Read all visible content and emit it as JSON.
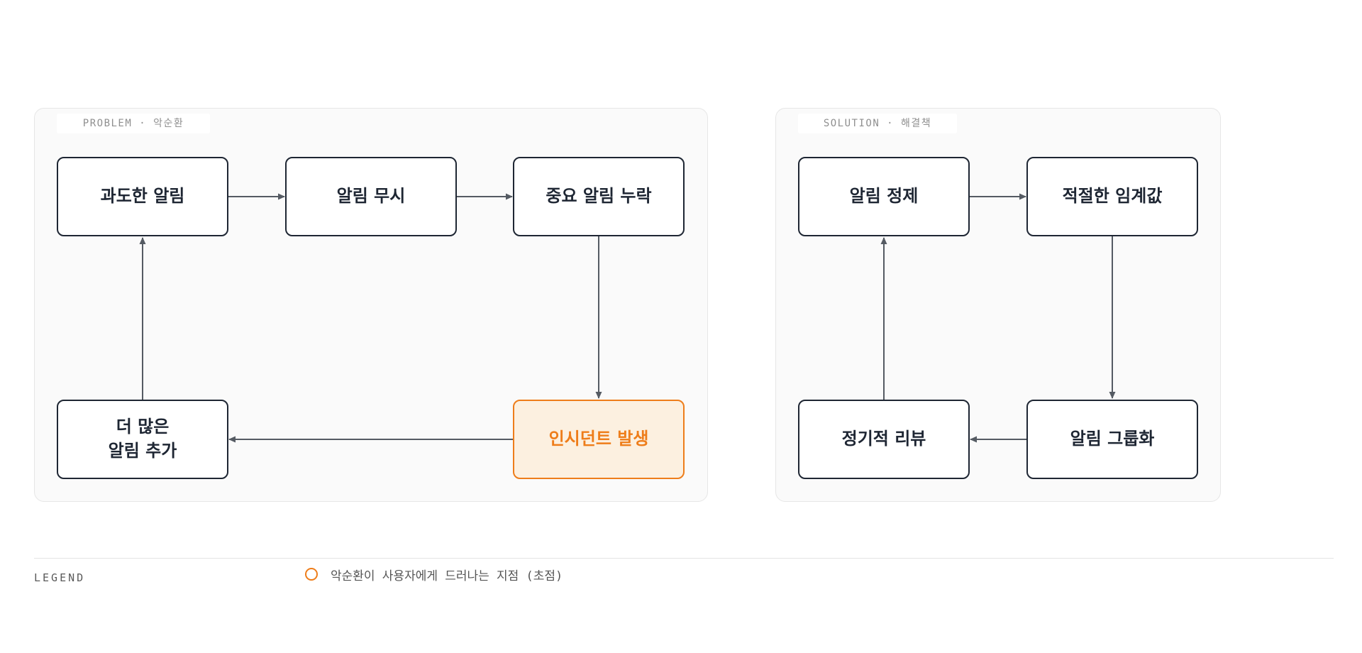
{
  "problem": {
    "label": "PROBLEM · 악순환",
    "nodes": {
      "excessive_alerts": "과도한 알림",
      "ignore_alerts": "알림 무시",
      "miss_critical": "중요 알림 누락",
      "incident": "인시던트 발생",
      "more_alerts": "더 많은\n알림 추가"
    }
  },
  "solution": {
    "label": "SOLUTION · 해결책",
    "nodes": {
      "refine_alerts": "알림 정제",
      "threshold": "적절한 임계값",
      "grouping": "알림 그룹화",
      "review": "정기적 리뷰"
    }
  },
  "legend": {
    "title": "LEGEND",
    "focus_text": "악순환이 사용자에게 드러나는 지점 (초점)"
  },
  "colors": {
    "focus": "#ee7d1a",
    "focus_fill": "#fcf0e0",
    "node_border": "#1e2633",
    "edge": "#555b63",
    "panel_bg": "#fafafa"
  }
}
